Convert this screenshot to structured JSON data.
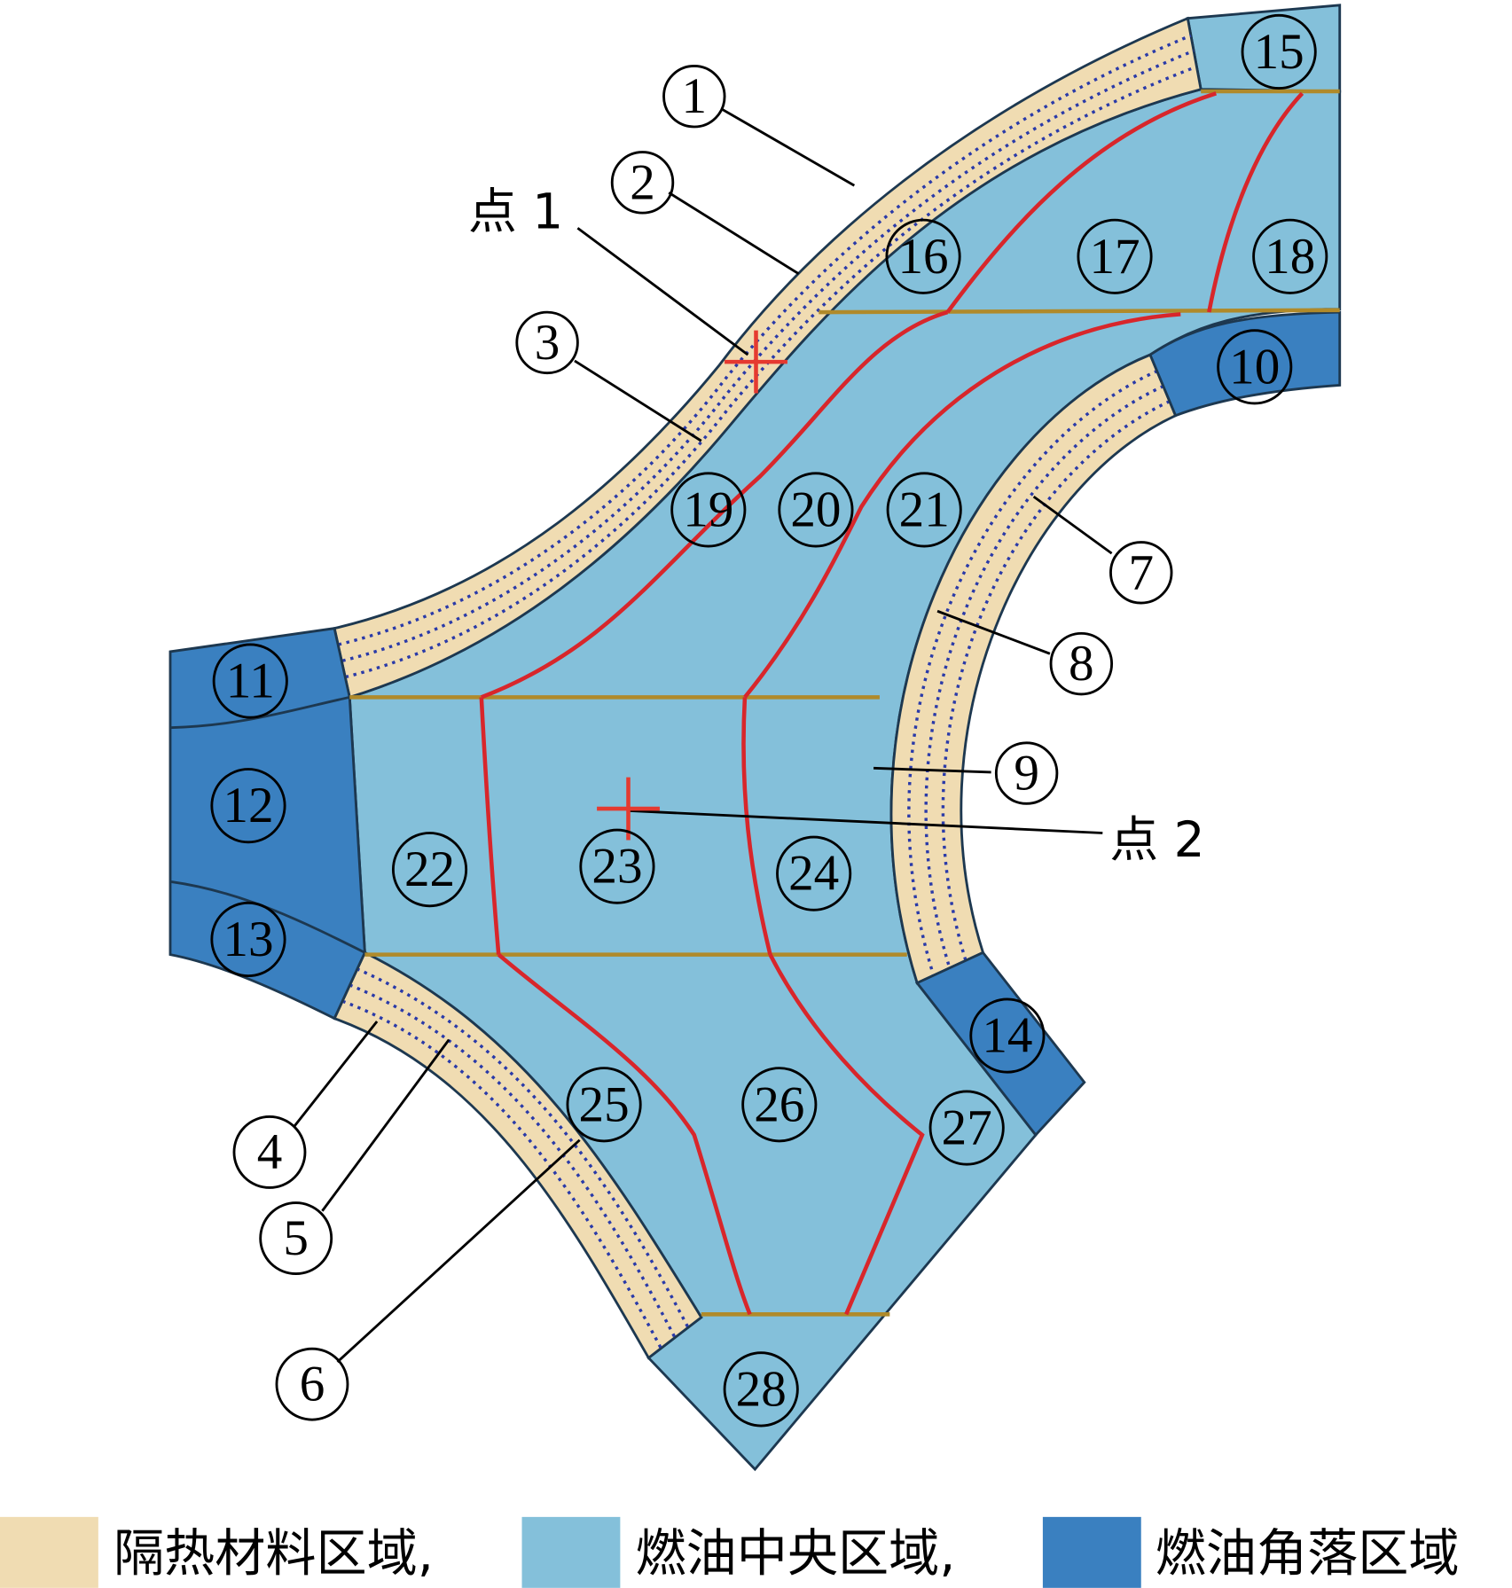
{
  "colors": {
    "insulation": "#f0dcb2",
    "fuel_center": "#84c0da",
    "fuel_corner": "#3a80c0",
    "partition_red": "#d8262b",
    "partition_gold": "#b08a2a",
    "point_marker": "#e53a30"
  },
  "regions": {
    "1": "1",
    "2": "2",
    "3": "3",
    "4": "4",
    "5": "5",
    "6": "6",
    "7": "7",
    "8": "8",
    "9": "9",
    "10": "10",
    "11": "11",
    "12": "12",
    "13": "13",
    "14": "14",
    "15": "15",
    "16": "16",
    "17": "17",
    "18": "18",
    "19": "19",
    "20": "20",
    "21": "21",
    "22": "22",
    "23": "23",
    "24": "24",
    "25": "25",
    "26": "26",
    "27": "27",
    "28": "28"
  },
  "points": {
    "p1": "点 1",
    "p2": "点 2"
  },
  "legend": [
    {
      "label": "隔热材料区域,"
    },
    {
      "label": "燃油中央区域,"
    },
    {
      "label": "燃油角落区域"
    }
  ]
}
